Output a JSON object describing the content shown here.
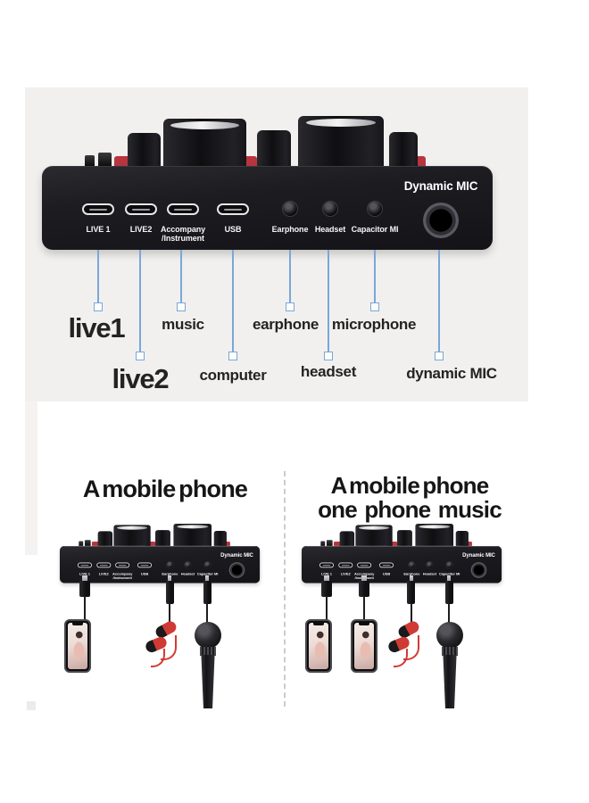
{
  "device": {
    "title": "Dynamic MIC",
    "ports": [
      {
        "label": "LIVE 1"
      },
      {
        "label": "LIVE2"
      },
      {
        "label": "Accompany",
        "label2": "/Instrument"
      },
      {
        "label": "USB"
      },
      {
        "label": "Earphone"
      },
      {
        "label": "Headset"
      },
      {
        "label": "Capacitor MI"
      }
    ]
  },
  "annotations": [
    {
      "label": "live1"
    },
    {
      "label": "music"
    },
    {
      "label": "earphone"
    },
    {
      "label": "microphone"
    },
    {
      "label": "live2"
    },
    {
      "label": "computer"
    },
    {
      "label": "headset"
    },
    {
      "label": "dynamic MIC"
    }
  ],
  "sections": {
    "left": {
      "heading": "A mobile phone"
    },
    "right": {
      "heading_line1": "A mobile phone",
      "heading_line2": "one phone music"
    }
  },
  "colors": {
    "panel_gray": "#f1f0ee",
    "device_black": "#1d1c21",
    "accent_red": "#b8353f",
    "leader_blue": "#7aa7d9",
    "earphone_red": "#d23a34"
  }
}
